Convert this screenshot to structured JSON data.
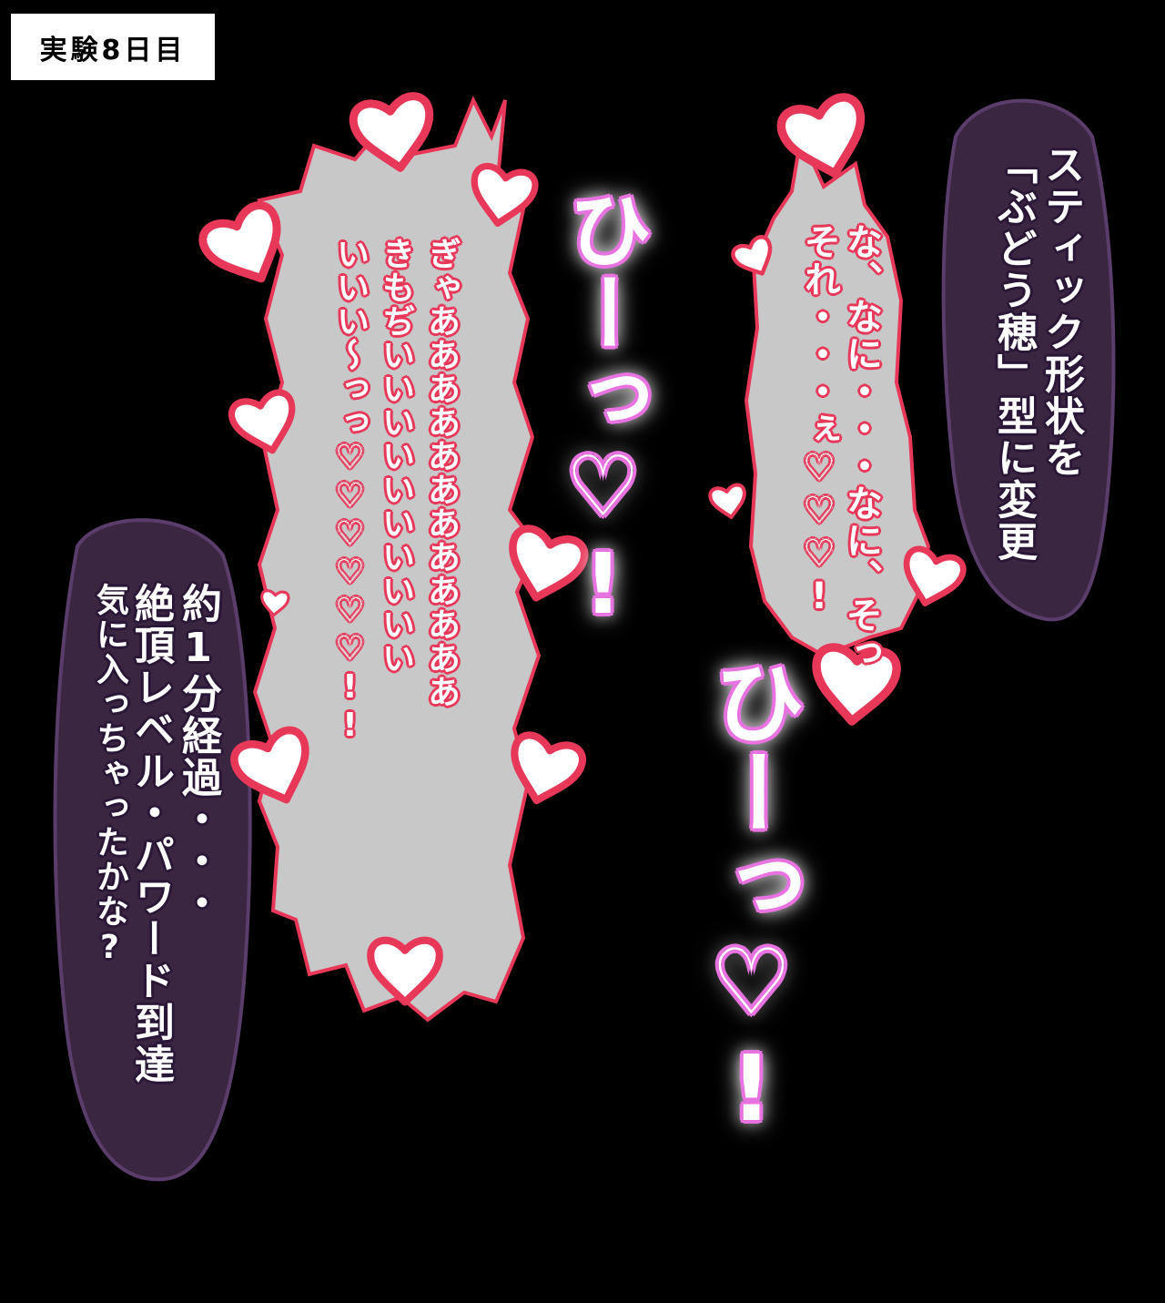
{
  "label": {
    "text": "実験8日目"
  },
  "narration_right": {
    "lines": [
      "スティック形状を",
      "「ぶどう穂」型に変更"
    ]
  },
  "narration_left": {
    "lines": [
      "約1分経過・・・",
      "絶頂レベル・パワード到達",
      "気に入っちゃったかな?"
    ]
  },
  "dialog_right": {
    "lines": [
      "な、なに・・・なに、そっ",
      "それ・・・ぇ♡♡♡!"
    ]
  },
  "dialog_left": {
    "lines": [
      "ぎゃああああああああああああ",
      "きもぢいいいいいいいいいい",
      "いいい〜っっ♡♡♡♡♡♡!!"
    ]
  },
  "sfx_1": {
    "text": "ひーっ♡!"
  },
  "sfx_2": {
    "text": "ひーっ♡!"
  },
  "colors": {
    "heart": "#e8385a",
    "bubble_fill": "#c8c8c8",
    "narration_box": "#3a2640",
    "sfx": "#e772e0"
  }
}
